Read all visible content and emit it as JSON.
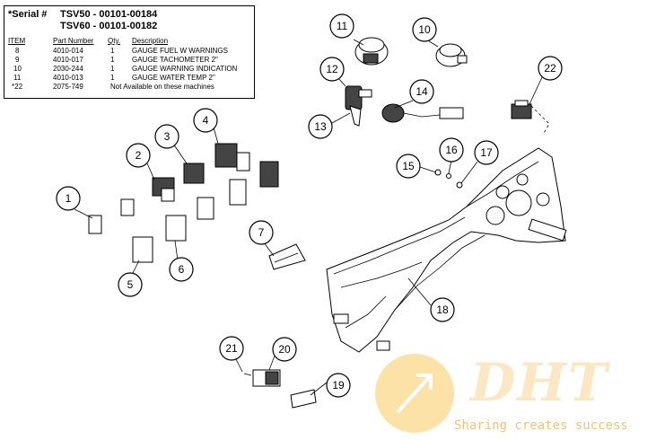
{
  "header": {
    "serial_prefix": "*Serial #",
    "serial_1": "TSV50 - 00101-00184",
    "serial_2": "TSV60 - 00101-00182"
  },
  "table": {
    "columns": [
      "ITEM",
      "Part Number",
      "Qty.",
      "Description"
    ],
    "rows": [
      {
        "item": "8",
        "part": "4010-014",
        "qty": "1",
        "desc": "GAUGE FUEL W  WARNINGS"
      },
      {
        "item": "9",
        "part": "4010-017",
        "qty": "1",
        "desc": "GAUGE TACHOMETER 2\""
      },
      {
        "item": "10",
        "part": "2030-244",
        "qty": "1",
        "desc": "GAUGE WARNING INDICATION"
      },
      {
        "item": "11",
        "part": "4010-013",
        "qty": "1",
        "desc": "GAUGE WATER TEMP 2\""
      },
      {
        "item": "*22",
        "part": "2075-749",
        "qty": "",
        "desc": "Not Available on these machines"
      }
    ]
  },
  "callouts": [
    "1",
    "2",
    "3",
    "4",
    "5",
    "6",
    "7",
    "10",
    "11",
    "12",
    "13",
    "14",
    "15",
    "16",
    "17",
    "18",
    "19",
    "20",
    "21",
    "22"
  ],
  "watermark": {
    "logo": "DHT",
    "tagline": "Sharing creates success",
    "colors": {
      "logo": "#fbe7c2",
      "circle": "#fcd98a",
      "text": "#f1c27a"
    }
  }
}
